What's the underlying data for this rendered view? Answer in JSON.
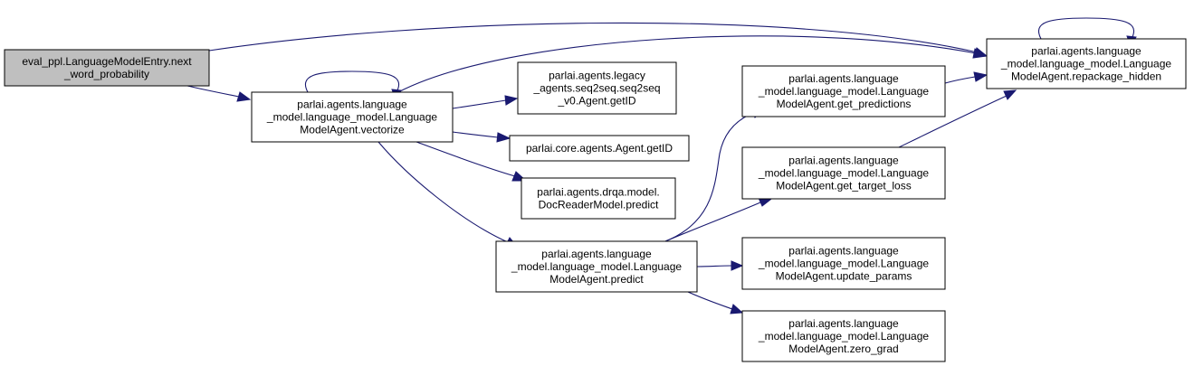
{
  "colors": {
    "edge": "#191970",
    "node_fill": "#ffffff",
    "root_fill": "#bfbfbf",
    "border": "#000000"
  },
  "nodes": [
    {
      "id": "entry",
      "lines": [
        "eval_ppl.LanguageModelEntry.next",
        "_word_probability"
      ],
      "root": true
    },
    {
      "id": "vectorize",
      "lines": [
        "parlai.agents.language",
        "_model.language_model.Language",
        "ModelAgent.vectorize"
      ]
    },
    {
      "id": "legacy_getid",
      "lines": [
        "parlai.agents.legacy",
        "_agents.seq2seq.seq2seq",
        "_v0.Agent.getID"
      ]
    },
    {
      "id": "core_getid",
      "lines": [
        "parlai.core.agents.Agent.getID"
      ]
    },
    {
      "id": "drqa_predict",
      "lines": [
        "parlai.agents.drqa.model.",
        "DocReaderModel.predict"
      ]
    },
    {
      "id": "lm_predict",
      "lines": [
        "parlai.agents.language",
        "_model.language_model.Language",
        "ModelAgent.predict"
      ]
    },
    {
      "id": "get_predictions",
      "lines": [
        "parlai.agents.language",
        "_model.language_model.Language",
        "ModelAgent.get_predictions"
      ]
    },
    {
      "id": "get_target_loss",
      "lines": [
        "parlai.agents.language",
        "_model.language_model.Language",
        "ModelAgent.get_target_loss"
      ]
    },
    {
      "id": "update_params",
      "lines": [
        "parlai.agents.language",
        "_model.language_model.Language",
        "ModelAgent.update_params"
      ]
    },
    {
      "id": "zero_grad",
      "lines": [
        "parlai.agents.language",
        "_model.language_model.Language",
        "ModelAgent.zero_grad"
      ]
    },
    {
      "id": "repackage_hidden",
      "lines": [
        "parlai.agents.language",
        "_model.language_model.Language",
        "ModelAgent.repackage_hidden"
      ]
    }
  ],
  "edges": [
    {
      "from": "entry",
      "to": "vectorize"
    },
    {
      "from": "entry",
      "to": "repackage_hidden"
    },
    {
      "from": "vectorize",
      "to": "vectorize"
    },
    {
      "from": "vectorize",
      "to": "repackage_hidden"
    },
    {
      "from": "vectorize",
      "to": "legacy_getid"
    },
    {
      "from": "vectorize",
      "to": "core_getid"
    },
    {
      "from": "vectorize",
      "to": "drqa_predict"
    },
    {
      "from": "vectorize",
      "to": "lm_predict"
    },
    {
      "from": "lm_predict",
      "to": "get_predictions"
    },
    {
      "from": "lm_predict",
      "to": "get_target_loss"
    },
    {
      "from": "lm_predict",
      "to": "update_params"
    },
    {
      "from": "lm_predict",
      "to": "zero_grad"
    },
    {
      "from": "get_predictions",
      "to": "repackage_hidden"
    },
    {
      "from": "get_target_loss",
      "to": "repackage_hidden"
    },
    {
      "from": "repackage_hidden",
      "to": "repackage_hidden"
    }
  ]
}
